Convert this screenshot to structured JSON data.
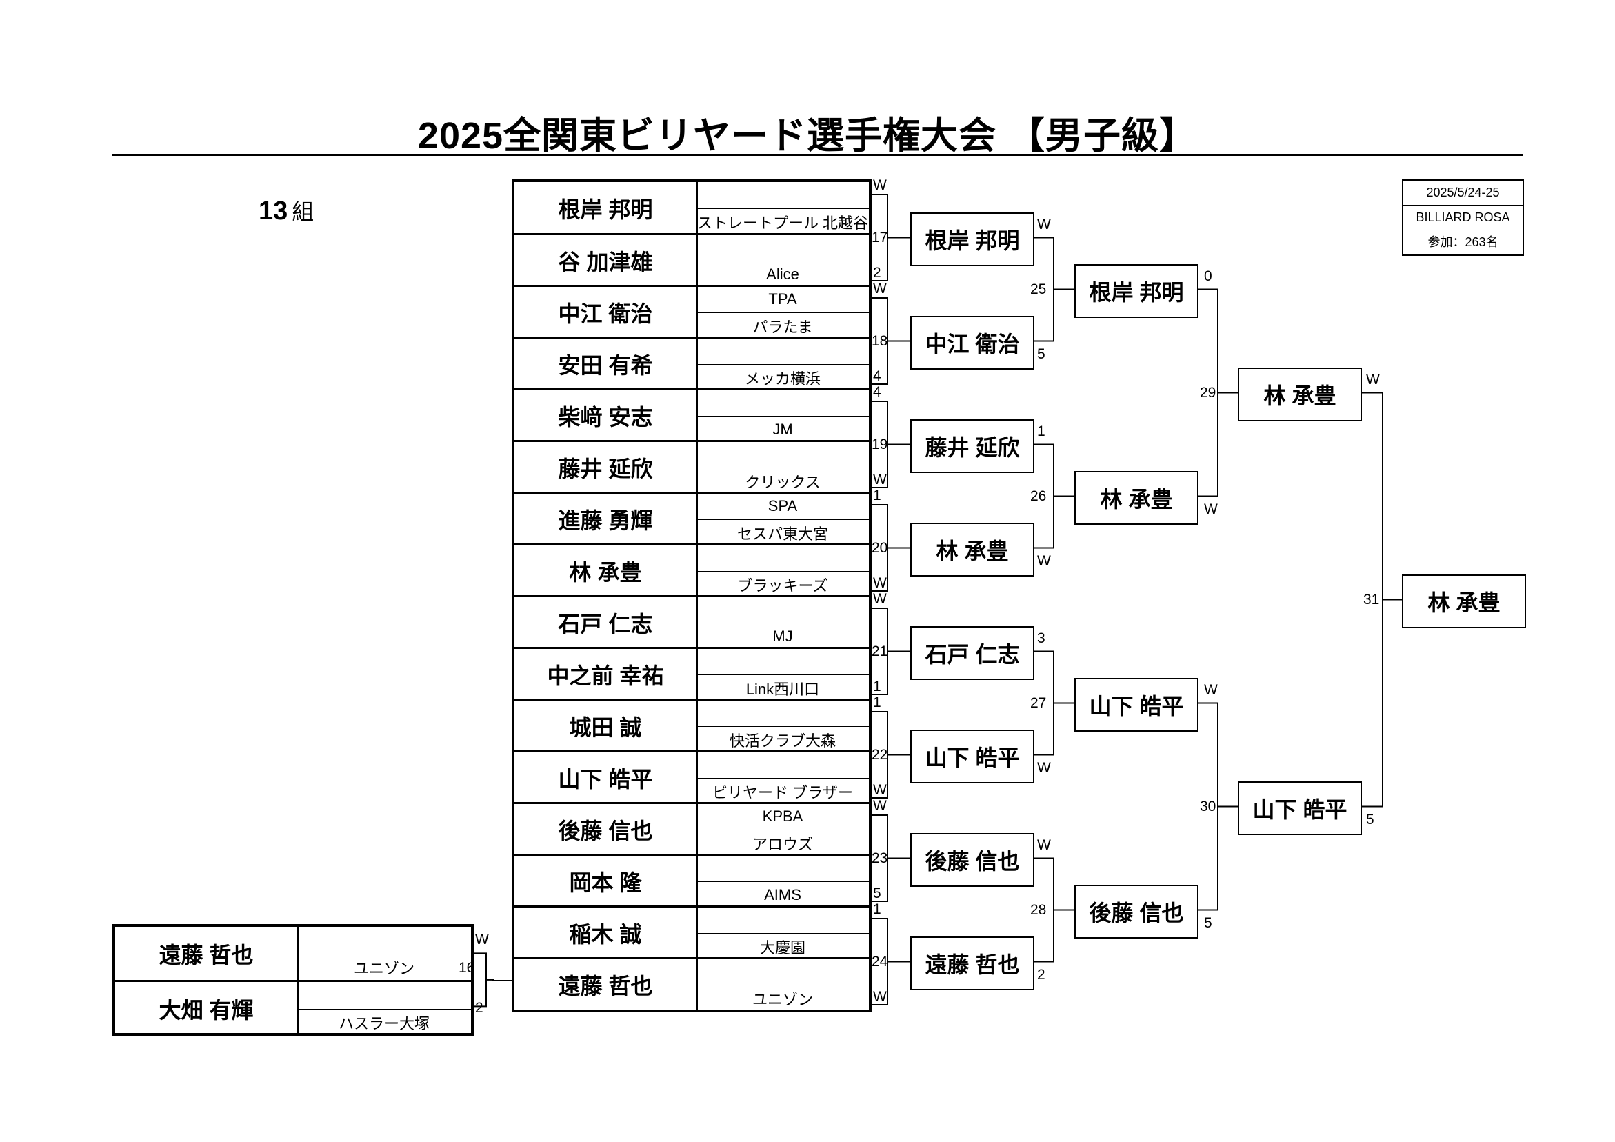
{
  "title": "2025全関東ビリヤード選手権大会 【男子級】",
  "group": {
    "number": "13",
    "label": "組"
  },
  "info": {
    "date": "2025/5/24-25",
    "venue": "BILLIARD ROSA",
    "participants": "参加：263名"
  },
  "main_entries": [
    {
      "name": "根岸 邦明",
      "club_top": "",
      "club_bottom": "ストレートプール 北越谷",
      "result": "W"
    },
    {
      "name": "谷 加津雄",
      "club_top": "",
      "club_bottom": "Alice",
      "result": "2"
    },
    {
      "name": "中江 衛治",
      "club_top": "TPA",
      "club_bottom": "パラたま",
      "result": "W"
    },
    {
      "name": "安田 有希",
      "club_top": "",
      "club_bottom": "メッカ横浜",
      "result": "4"
    },
    {
      "name": "柴﨑 安志",
      "club_top": "",
      "club_bottom": "JM",
      "result": "4"
    },
    {
      "name": "藤井 延欣",
      "club_top": "",
      "club_bottom": "クリックス",
      "result": "W"
    },
    {
      "name": "進藤 勇輝",
      "club_top": "SPA",
      "club_bottom": "セスパ東大宮",
      "result": "1"
    },
    {
      "name": "林 承豊",
      "club_top": "",
      "club_bottom": "ブラッキーズ",
      "result": "W"
    },
    {
      "name": "石戸 仁志",
      "club_top": "",
      "club_bottom": "MJ",
      "result": "W"
    },
    {
      "name": "中之前 幸祐",
      "club_top": "",
      "club_bottom": "Link西川口",
      "result": "1"
    },
    {
      "name": "城田 誠",
      "club_top": "",
      "club_bottom": "快活クラブ大森",
      "result": "1"
    },
    {
      "name": "山下 皓平",
      "club_top": "",
      "club_bottom": "ビリヤード ブラザー",
      "result": "W"
    },
    {
      "name": "後藤 信也",
      "club_top": "KPBA",
      "club_bottom": "アロウズ",
      "result": "W"
    },
    {
      "name": "岡本 隆",
      "club_top": "",
      "club_bottom": "AIMS",
      "result": "5"
    },
    {
      "name": "稲木 誠",
      "club_top": "",
      "club_bottom": "大慶園",
      "result": "1"
    },
    {
      "name": "遠藤 哲也",
      "club_top": "",
      "club_bottom": "ユニゾン",
      "result": "W"
    }
  ],
  "prelim_entries": [
    {
      "name": "遠藤 哲也",
      "club_top": "",
      "club_bottom": "ユニゾン",
      "result": "W"
    },
    {
      "name": "大畑 有輝",
      "club_top": "",
      "club_bottom": "ハスラー大塚",
      "result": "2"
    }
  ],
  "prelim_match_number": "16",
  "round1_match_numbers": [
    "17",
    "18",
    "19",
    "20",
    "21",
    "22",
    "23",
    "24"
  ],
  "round2": [
    {
      "name": "根岸 邦明",
      "result": "W"
    },
    {
      "name": "中江 衛治",
      "result": "5"
    },
    {
      "name": "藤井 延欣",
      "result": "1"
    },
    {
      "name": "林 承豊",
      "result": "W"
    },
    {
      "name": "石戸 仁志",
      "result": "3"
    },
    {
      "name": "山下 皓平",
      "result": "W"
    },
    {
      "name": "後藤 信也",
      "result": "W"
    },
    {
      "name": "遠藤 哲也",
      "result": "2"
    }
  ],
  "round2_match_numbers": [
    "25",
    "26",
    "27",
    "28"
  ],
  "round3": [
    {
      "name": "根岸 邦明",
      "result": "0"
    },
    {
      "name": "林 承豊",
      "result": "W"
    },
    {
      "name": "山下 皓平",
      "result": "W"
    },
    {
      "name": "後藤 信也",
      "result": "5"
    }
  ],
  "round3_match_numbers": [
    "29",
    "30"
  ],
  "semifinal": [
    {
      "name": "林 承豊",
      "result": "W"
    },
    {
      "name": "山下 皓平",
      "result": "5"
    }
  ],
  "final_match_number": "31",
  "winner": "林 承豊"
}
